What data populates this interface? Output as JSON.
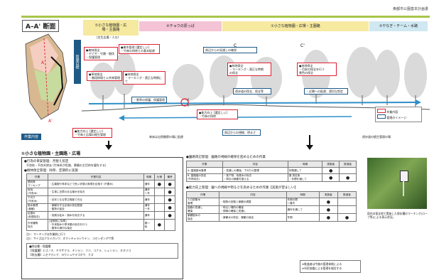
{
  "header": {
    "doc_title": "奥都市公園基本計画書",
    "section_title": "A–A' 断面"
  },
  "zones": [
    {
      "label": "①小さな植物園・広\n場・主園路",
      "sub": "(芝生広場・人口)",
      "color": "#f6e9a0"
    },
    {
      "label": "④チョウの原っぱ",
      "sub": "",
      "color": "#f4c3d6"
    },
    {
      "label": "①小さな植物園・広場・主園路",
      "sub": "",
      "color": "#f6e9a0"
    },
    {
      "label": "②やなぎ・チーム・水路",
      "sub": "",
      "color": "#cfe8f2"
    }
  ],
  "side_labels": {
    "maintenance": "管理目標",
    "work": "作業内容"
  },
  "callouts": [
    {
      "text": "●樹林保全\n・ヤナギ・竹類・間伐\n・保護管理",
      "type": "red"
    },
    {
      "text": "●樹木管理 [選定しい]\n・竹林の排除との基本配慮",
      "type": "red"
    },
    {
      "text": "●草地保全\n・階段修理と公共林管理",
      "type": "red"
    },
    {
      "text": "●林地保全\n・マーキング・適正な時期にて",
      "type": "red"
    },
    {
      "text": "・野草の保護、保護管理",
      "type": "blue"
    },
    {
      "text": "周辺からの見通しの確保",
      "type": "blue"
    },
    {
      "text": "●林地保全\n・マーキング・適正な時期\nの保全",
      "type": "red"
    },
    {
      "text": "●林地保全\n・目安の保全を行う\n景色の保全",
      "type": "red"
    },
    {
      "text": "遊歩道の保全、保全等",
      "type": "blue"
    },
    {
      "text": "・近隣への配慮、適切な剪定",
      "type": "blue"
    },
    {
      "text": "●能力向上 [選定しい]\n・竹林と広場の植生管理",
      "type": "red"
    },
    {
      "text": "●能力向上 [選定しい]\n・竹林の排除",
      "type": "red"
    },
    {
      "text": "周辺からの視線、明るさ",
      "type": "blue"
    }
  ],
  "bottom_labels": [
    "林床は自然観察の場に配慮",
    "遊歩道の植生管理の場"
  ],
  "legend": {
    "items": [
      "作業内容",
      "管理のイメージ"
    ]
  },
  "point_labels": {
    "A": "A",
    "A2": "A'",
    "C1": "C",
    "C2": "C'"
  },
  "detail": {
    "title": "①小さな植物園・主園路・広場",
    "left": {
      "heading1": "●行為の目安管理：月替え剪定",
      "heading1_sub": "不良枝・不良木除去 (竹林系が危険、景観の主目的を優先する)",
      "heading2": "●樹林保全管理：除草、定期的に実施",
      "columns": [
        "作業",
        "作業内容",
        "時期",
        "仕様",
        "備考"
      ],
      "rows": [
        {
          "work": "間伐等\nマーキング",
          "content": "・広葉樹や林床などで良い状態の実現を目指す (不要木)",
          "time": "通年",
          "mark1": "●",
          "mark2": "●"
        },
        {
          "work": "除伐\n(不良木)",
          "content": "・生育に支障のある樹木を除去",
          "time": "通年\n〜冬",
          "mark1": "",
          "mark2": "●"
        },
        {
          "work": "下刈り\n(不良木)",
          "content": "・目安となる草丈程度で刈る",
          "time": "通年",
          "mark1": "",
          "mark2": "●"
        },
        {
          "work": "樹木管理\n(景観)",
          "content": "・景観を守る区域の剪定配慮\n・樹勢の保全",
          "time": "通年\n〜冬",
          "mark1": "",
          "mark2": "●"
        },
        {
          "work": "枯損木\n(危険除去)",
          "content": "・危険な枯木・倒木を除去する",
          "time": "通年",
          "mark1": "",
          "mark2": "●"
        },
        {
          "work": "外来種等\n除去",
          "content": "[定期的に除草]\n・外来樹木や草本類の除去を行う\n・樹林の適切な保全",
          "time": "春〜\n秋",
          "mark1": "●",
          "mark2": ""
        }
      ],
      "notes": [
        "注1：マーキングは作業前に行う",
        "注2：サイズはアカメガシワ、オクシキャラシウテン、コセンダングサ等"
      ],
      "species_title": "■除去種・保護種",
      "species_lines": [
        "【保護種】エゴノキ、ヤマザクラ、キンラン、フジ、コナラ、シュンラン、オオバコ",
        "【除去種】ニセアカシア、ヨウシュヤマゴボウ、クズ"
      ]
    },
    "right": {
      "heading1": "●園路周辺管理：園路の視線の確保を進めるための作業",
      "columns1": [
        "作業",
        "内容",
        "時期",
        "実施者",
        "推進者"
      ],
      "rows1": [
        {
          "work": "A. 園路樹木管理",
          "content": "・見通しの確保、下刈りの整理",
          "time": "年間通して",
          "m1": "●",
          "m2": ""
        },
        {
          "work": "B. 園路脇の剪定\n(竹林除去)",
          "content": "・落下物、危険木の除去\n・周辺の景観を整える",
          "time": "春 剪定後\n・年間を通して",
          "m1": "●",
          "m2": "●"
        }
      ],
      "heading2": "●能力向上管理：園への視線や明るさを高めるための作業【実施が望ましい】",
      "columns2": [
        "作業",
        "内容",
        "時期",
        "実施者",
        "推進者"
      ],
      "rows2": [
        {
          "work": "人口部樹木\n管理",
          "content": "・樹勢の回復と景観の調整",
          "time": "冬期の間\n〜春先",
          "m1": "●",
          "m2": ""
        },
        {
          "work": "園路の見通し\n確保",
          "content": "・明るい場所の確保\n・視線の確保と見通し",
          "time": "通年を通して",
          "m1": "●",
          "m2": ""
        },
        {
          "work": "景観樹木の\n保全",
          "content": "・景観木の剪定、景観の保全",
          "time": "冬期",
          "m1": "●",
          "m2": "●"
        }
      ],
      "footnote1": "※推進者は今後の管理体制による",
      "footnote2": "※市民協働による管理を検討する"
    }
  },
  "photo": {
    "caption": "園内の保全地で実施した保存種のマーキング(ロープ等)による表示状況。"
  }
}
